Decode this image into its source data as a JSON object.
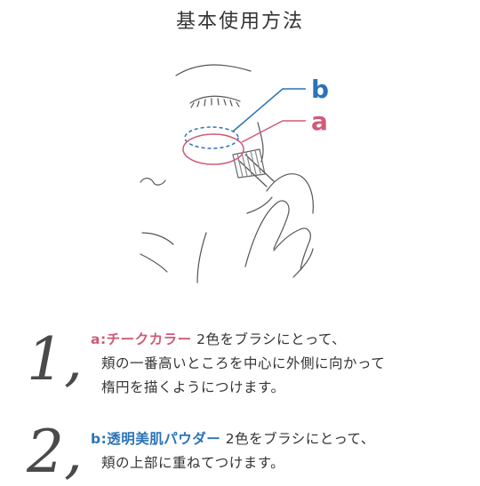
{
  "title": "基本使用方法",
  "labels": {
    "b": "b",
    "a": "a"
  },
  "colors": {
    "a": "#d05a77",
    "b": "#2a73b8",
    "line": "#555555"
  },
  "steps": [
    {
      "number": "1,",
      "keyword": "a:チークカラー",
      "lines": [
        "2色をブラシにとって、",
        "頬の一番高いところを中心に外側に向かって",
        "楕円を描くようにつけます。"
      ]
    },
    {
      "number": "2,",
      "keyword": "b:透明美肌パウダー",
      "lines": [
        "2色をブラシにとって、",
        "頬の上部に重ねてつけます。"
      ]
    }
  ]
}
